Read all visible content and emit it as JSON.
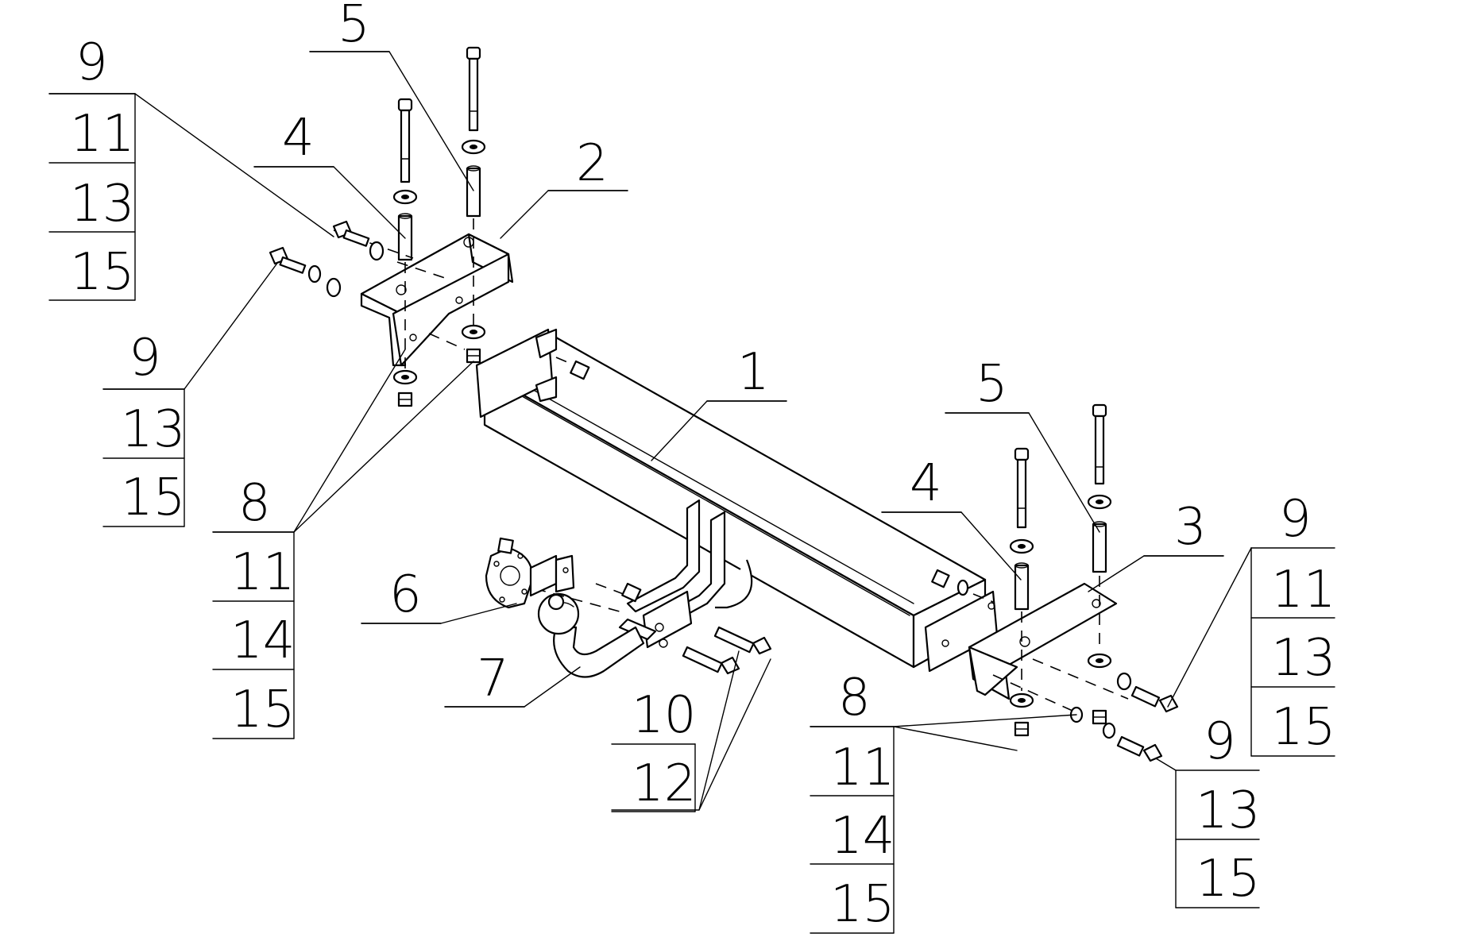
{
  "callouts": {
    "c1": "1",
    "c2": "2",
    "c3": "3",
    "c4_left": "4",
    "c4_right": "4",
    "c5_left": "5",
    "c5_right": "5",
    "c6": "6",
    "c7": "7",
    "group_tl": [
      "9",
      "11",
      "13",
      "15"
    ],
    "group_ml": [
      "9",
      "13",
      "15"
    ],
    "group_bl": [
      "8",
      "11",
      "14",
      "15"
    ],
    "group_mid": [
      "10",
      "12"
    ],
    "group_bm": [
      "8",
      "11",
      "14",
      "15"
    ],
    "group_br": [
      "9",
      "13",
      "15"
    ],
    "group_rr": [
      "9",
      "11",
      "13",
      "15"
    ]
  }
}
